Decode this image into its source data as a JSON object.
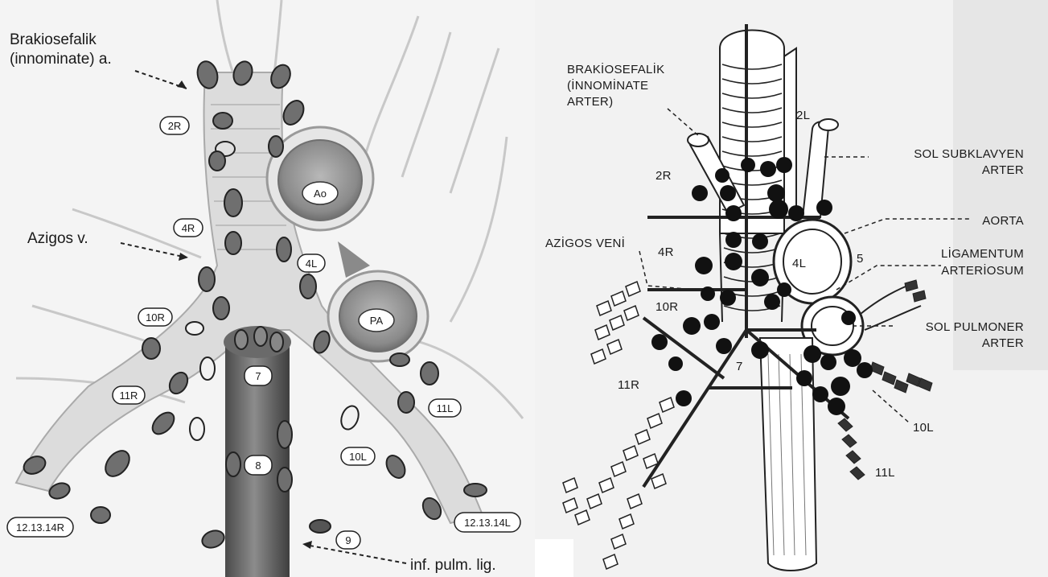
{
  "left_panel": {
    "labels": {
      "brachio_line1": "Brakiosefalik",
      "brachio_line2": "(innominate) a.",
      "azygos": "Azigos v.",
      "inf_pulm": "inf. pulm. lig."
    },
    "stations": {
      "s2R": "2R",
      "s4R": "4R",
      "s4L": "4L",
      "s10R": "10R",
      "s11R": "11R",
      "s7": "7",
      "s8": "8",
      "s10L": "10L",
      "s11L": "11L",
      "s12R": "12.13.14R",
      "s12L": "12.13.14L",
      "s9": "9",
      "ao": "Ao",
      "pa": "PA"
    }
  },
  "right_panel": {
    "labels": {
      "brachio_1": "BRAKİOSEFALİK",
      "brachio_2": "(İNNOMİNATE",
      "brachio_3": "ARTER)",
      "subclav_1": "SOL SUBKLAVYEN",
      "subclav_2": "ARTER",
      "aorta": "AORTA",
      "azygos": "AZİGOS VENİ",
      "ligamentum_1": "LİGAMENTUM",
      "ligamentum_2": "ARTERİOSUM",
      "pulm_1": "SOL PULMONER",
      "pulm_2": "ARTER"
    },
    "stations": {
      "s2L": "2L",
      "s2R": "2R",
      "s4R": "4R",
      "s4L": "4L",
      "s5": "5",
      "s10R": "10R",
      "s11R": "11R",
      "s7": "7",
      "s10L": "10L",
      "s11L": "11L"
    }
  }
}
